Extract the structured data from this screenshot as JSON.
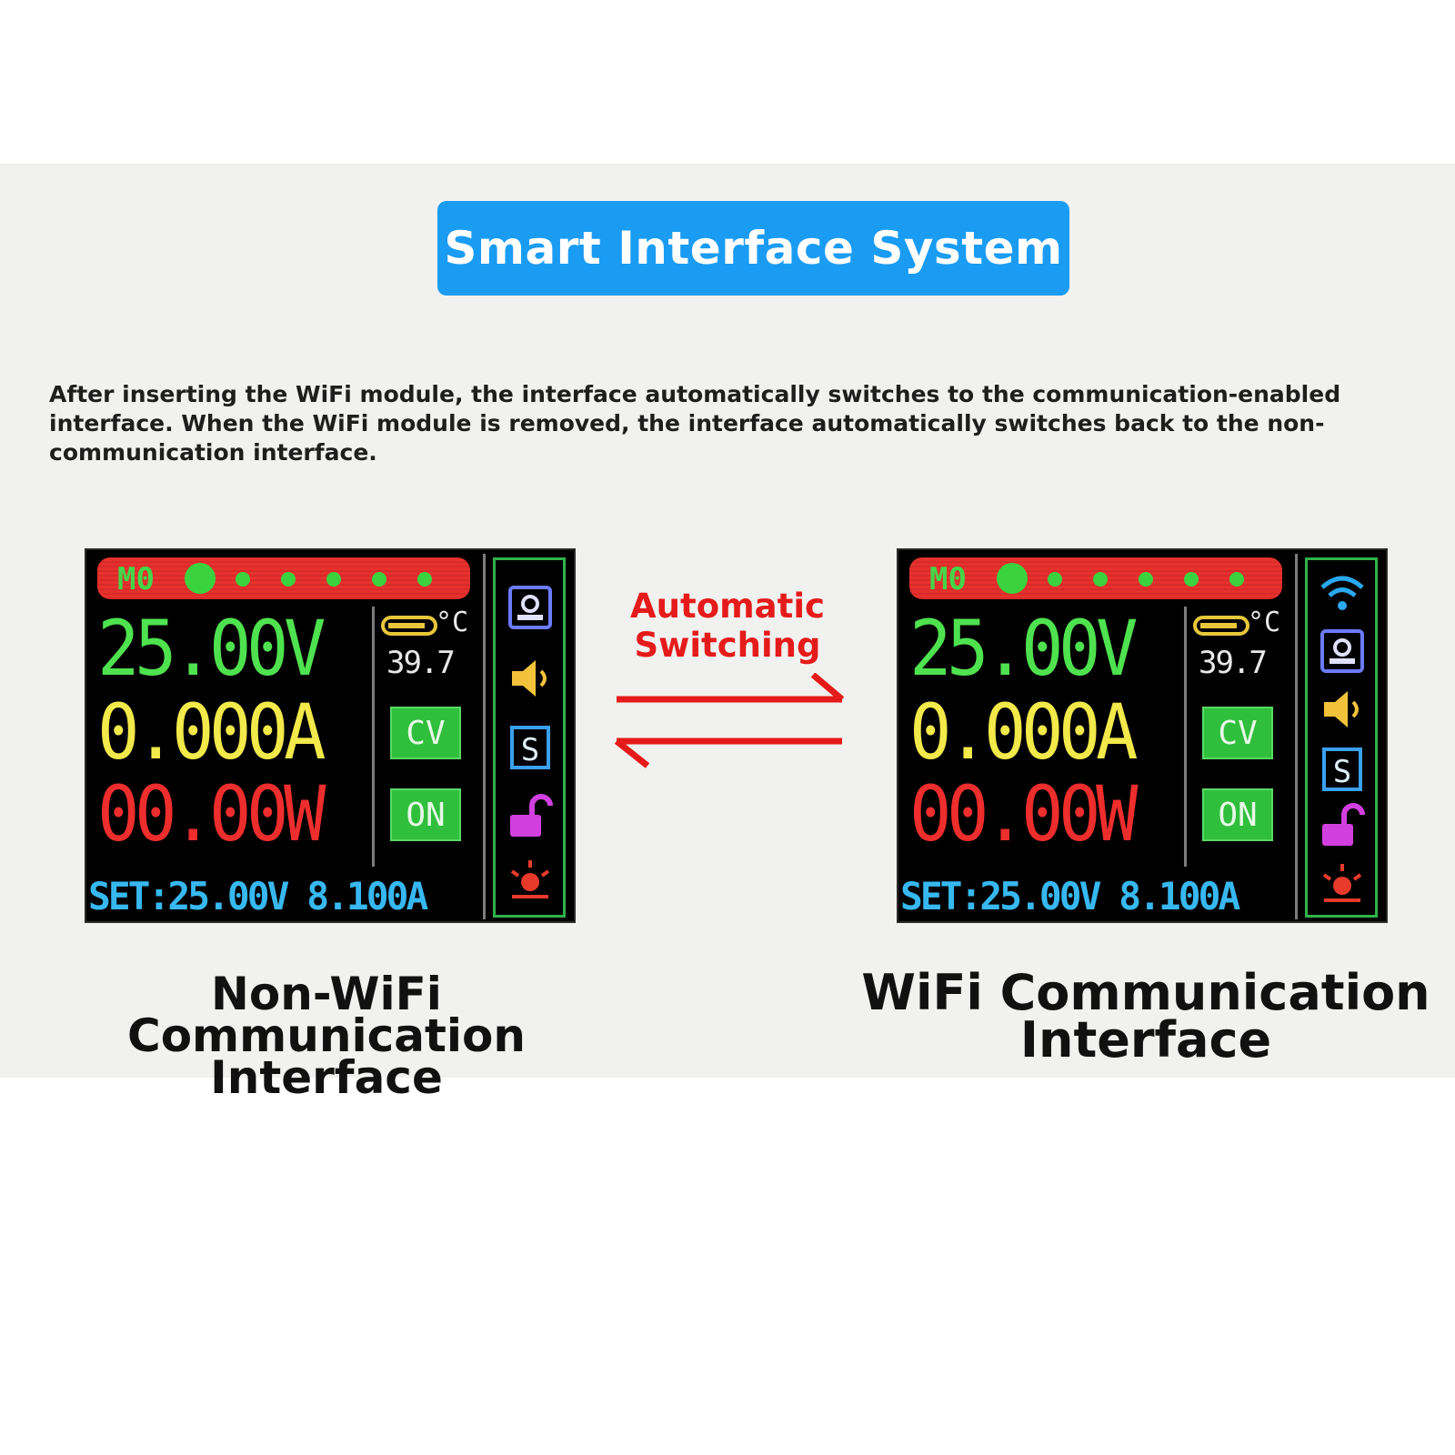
{
  "header": {
    "title": "Smart Interface System"
  },
  "description": "After inserting the WiFi module, the interface automatically switches to the communication-enabled interface. When the WiFi module is removed, the interface automatically switches back to the non-communication interface.",
  "switch_label": {
    "line1": "Automatic",
    "line2": "Switching"
  },
  "screens": [
    {
      "mode": "M0",
      "voltage": "25.00V",
      "current": "0.000A",
      "power": "00.00W",
      "temp_unit": "°C",
      "temp_value": "39.7",
      "cv_label": "CV",
      "on_label": "ON",
      "set_line": "SET:25.00V 8.100A",
      "caption_line1": "Non-WiFi Communication",
      "caption_line2": "Interface"
    },
    {
      "mode": "M0",
      "voltage": "25.00V",
      "current": "0.000A",
      "power": "00.00W",
      "temp_unit": "°C",
      "temp_value": "39.7",
      "cv_label": "CV",
      "on_label": "ON",
      "set_line": "SET:25.00V 8.100A",
      "caption_line1": "WiFi Communication",
      "caption_line2": "Interface"
    }
  ],
  "colors": {
    "title_bg": "#1a9cf3",
    "voltage": "#4fe24f",
    "current": "#f2e94a",
    "power": "#ee2d2d",
    "set_text": "#37b8f0",
    "arrow": "#e51b1b"
  }
}
